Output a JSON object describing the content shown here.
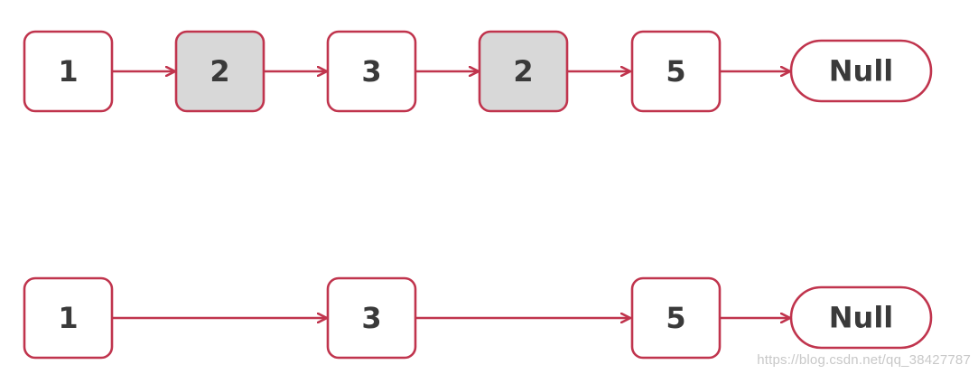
{
  "colors": {
    "border": "#c0344d",
    "arrow": "#c0344d",
    "node_fill": "#ffffff",
    "removed_fill": "#d8d8d8",
    "text": "#3a3a3a"
  },
  "top_list": {
    "nodes": [
      {
        "label": "1",
        "removed": false
      },
      {
        "label": "2",
        "removed": true
      },
      {
        "label": "3",
        "removed": false
      },
      {
        "label": "2",
        "removed": true
      },
      {
        "label": "5",
        "removed": false
      }
    ],
    "terminal": "Null"
  },
  "bottom_list": {
    "nodes": [
      {
        "label": "1",
        "removed": false
      },
      {
        "label": "3",
        "removed": false
      },
      {
        "label": "5",
        "removed": false
      }
    ],
    "terminal": "Null"
  },
  "watermark": "https://blog.csdn.net/qq_38427787"
}
